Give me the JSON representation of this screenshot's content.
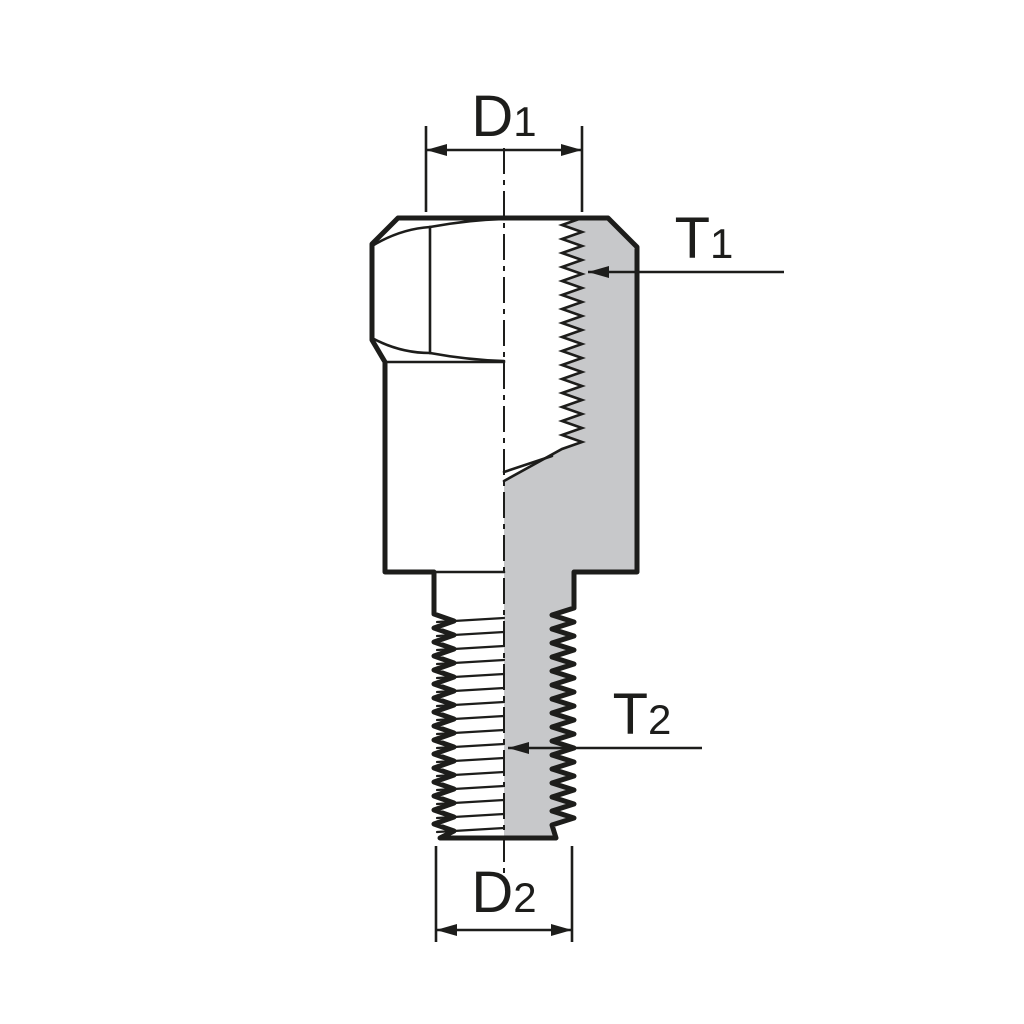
{
  "colors": {
    "outline": "#1d1d1b",
    "section_fill": "#c7c8ca",
    "background": "#ffffff"
  },
  "labels": {
    "d1": {
      "main": "D",
      "sub": "1"
    },
    "t1": {
      "main": "T",
      "sub": "1"
    },
    "t2": {
      "main": "T",
      "sub": "2"
    },
    "d2": {
      "main": "D",
      "sub": "2"
    }
  }
}
